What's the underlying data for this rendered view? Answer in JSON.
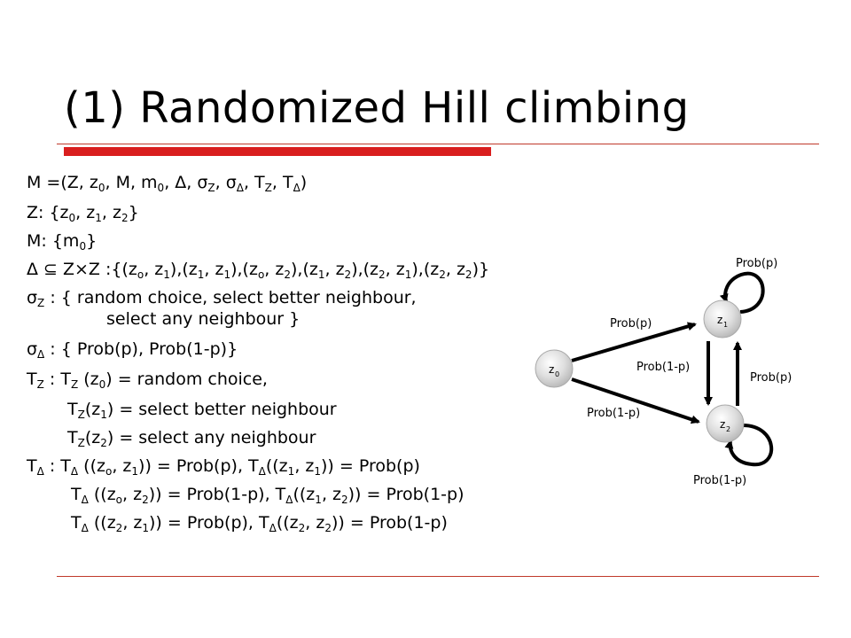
{
  "slide": {
    "title": "(1) Randomized Hill climbing",
    "lines": [
      [
        {
          "t": "M =(Z, z"
        },
        {
          "s": "0"
        },
        {
          "t": ", M, m"
        },
        {
          "s": "0"
        },
        {
          "t": ", Δ, σ"
        },
        {
          "s": "Z"
        },
        {
          "t": ", σ"
        },
        {
          "s": "Δ"
        },
        {
          "t": ", T"
        },
        {
          "s": "Z"
        },
        {
          "t": ", T"
        },
        {
          "s": "Δ"
        },
        {
          "t": ")"
        }
      ],
      [
        {
          "t": "Z: {z"
        },
        {
          "s": "0"
        },
        {
          "t": ", z"
        },
        {
          "s": "1"
        },
        {
          "t": ", z"
        },
        {
          "s": "2"
        },
        {
          "t": "}"
        }
      ],
      [
        {
          "t": "M: {m"
        },
        {
          "s": "0"
        },
        {
          "t": "}"
        }
      ],
      [
        {
          "t": "Δ ⊆ Z×Z :{(z"
        },
        {
          "s": "o"
        },
        {
          "t": ", z"
        },
        {
          "s": "1"
        },
        {
          "t": "),(z"
        },
        {
          "s": "1"
        },
        {
          "t": ", z"
        },
        {
          "s": "1"
        },
        {
          "t": "),(z"
        },
        {
          "s": "o"
        },
        {
          "t": ", z"
        },
        {
          "s": "2"
        },
        {
          "t": "),(z"
        },
        {
          "s": "1"
        },
        {
          "t": ", z"
        },
        {
          "s": "2"
        },
        {
          "t": "),(z"
        },
        {
          "s": "2"
        },
        {
          "t": ", z"
        },
        {
          "s": "1"
        },
        {
          "t": "),(z"
        },
        {
          "s": "2"
        },
        {
          "t": ", z"
        },
        {
          "s": "2"
        },
        {
          "t": ")}"
        }
      ],
      [
        {
          "t": "σ"
        },
        {
          "s": "Z"
        },
        {
          "t": " : { random choice, select better neighbour,"
        }
      ],
      [
        {
          "t": "select any neighbour }"
        }
      ],
      [
        {
          "t": "σ"
        },
        {
          "s": "Δ"
        },
        {
          "t": " : { Prob(p), Prob(1-p)}"
        }
      ],
      [
        {
          "t": "T"
        },
        {
          "s": "Z"
        },
        {
          "t": " : T"
        },
        {
          "s": "Z"
        },
        {
          "t": " (z"
        },
        {
          "s": "0"
        },
        {
          "t": ") = random choice,"
        }
      ],
      [
        {
          "t": "T"
        },
        {
          "s": "Z"
        },
        {
          "t": "(z"
        },
        {
          "s": "1"
        },
        {
          "t": ") = select better neighbour"
        }
      ],
      [
        {
          "t": "T"
        },
        {
          "s": "Z"
        },
        {
          "t": "(z"
        },
        {
          "s": "2"
        },
        {
          "t": ") = select any neighbour"
        }
      ],
      [
        {
          "t": "T"
        },
        {
          "s": "Δ"
        },
        {
          "t": " : T"
        },
        {
          "s": "Δ"
        },
        {
          "t": " ((z"
        },
        {
          "s": "o"
        },
        {
          "t": ", z"
        },
        {
          "s": "1"
        },
        {
          "t": ")) = Prob(p),  T"
        },
        {
          "s": "Δ"
        },
        {
          "t": "((z"
        },
        {
          "s": "1"
        },
        {
          "t": ", z"
        },
        {
          "s": "1"
        },
        {
          "t": ")) = Prob(p)"
        }
      ],
      [
        {
          "t": "T"
        },
        {
          "s": "Δ"
        },
        {
          "t": " ((z"
        },
        {
          "s": "o"
        },
        {
          "t": ", z"
        },
        {
          "s": "2"
        },
        {
          "t": ")) = Prob(1-p),  T"
        },
        {
          "s": "Δ"
        },
        {
          "t": "((z"
        },
        {
          "s": "1"
        },
        {
          "t": ", z"
        },
        {
          "s": "2"
        },
        {
          "t": ")) = Prob(1-p)"
        }
      ],
      [
        {
          "t": "T"
        },
        {
          "s": "Δ"
        },
        {
          "t": " ((z"
        },
        {
          "s": "2"
        },
        {
          "t": ", z"
        },
        {
          "s": "1"
        },
        {
          "t": ")) = Prob(p),  T"
        },
        {
          "s": "Δ"
        },
        {
          "t": "((z"
        },
        {
          "s": "2"
        },
        {
          "t": ", z"
        },
        {
          "s": "2"
        },
        {
          "t": ")) = Prob(1-p)"
        }
      ]
    ]
  },
  "diagram": {
    "nodes": {
      "z0": "z",
      "z0_sub": "0",
      "z1": "z",
      "z1_sub": "1",
      "z2": "z",
      "z2_sub": "2"
    },
    "edges": {
      "z1_self": "Prob(p)",
      "z0_z1": "Prob(p)",
      "z1_z2": "Prob(1-p)",
      "z2_z1": "Prob(p)",
      "z0_z2": "Prob(1-p)",
      "z2_self": "Prob(1-p)"
    }
  },
  "colors": {
    "accent_red": "#d91e1e",
    "thin_rule": "#c0392b",
    "node_fill": "#c8c8c8"
  }
}
